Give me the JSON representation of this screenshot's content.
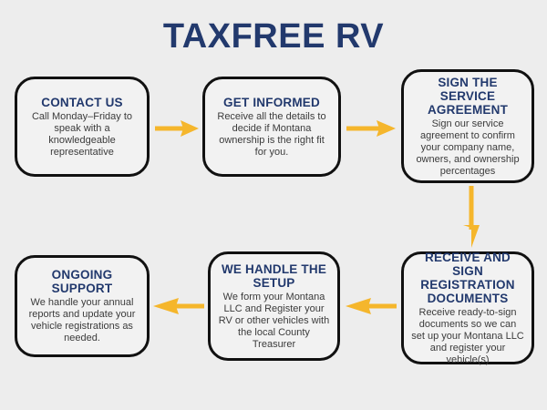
{
  "page": {
    "title": "TAXFREE RV",
    "background_color": "#ededed",
    "accent_color": "#22396d",
    "arrow_color": "#f5b62c",
    "box_border_color": "#111111",
    "box_fill_color": "#f2f2f2",
    "body_text_color": "#3b3b3b"
  },
  "steps": [
    {
      "id": "contact-us",
      "heading": "CONTACT US",
      "body": "Call Monday–Friday to speak with a knowledgeable representative"
    },
    {
      "id": "get-informed",
      "heading": "GET INFORMED",
      "body": "Receive all the details to decide if Montana ownership is the right fit for you."
    },
    {
      "id": "sign-the-service-agreement",
      "heading": "SIGN THE SERVICE AGREEMENT",
      "body": "Sign our service agreement to confirm your company name, owners, and ownership percentages"
    },
    {
      "id": "receive-and-sign-registration-documents",
      "heading": "RECEIVE AND SIGN REGISTRATION DOCUMENTS",
      "body": "Receive ready-to-sign documents so we can set up your Montana LLC and register your vehicle(s)"
    },
    {
      "id": "we-handle-the-setup",
      "heading": "WE HANDLE THE SETUP",
      "body": "We form your Montana LLC and Register your RV or other vehicles with the local County Treasurer"
    },
    {
      "id": "ongoing-support",
      "heading": "ONGOING SUPPORT",
      "body": "We handle your annual reports and update your vehicle registrations as needed."
    }
  ],
  "connectors": [
    {
      "id": "contact-to-informed",
      "direction": "right"
    },
    {
      "id": "informed-to-sign",
      "direction": "right"
    },
    {
      "id": "sign-to-receive",
      "direction": "down"
    },
    {
      "id": "receive-to-setup",
      "direction": "left"
    },
    {
      "id": "setup-to-ongoing",
      "direction": "left"
    }
  ]
}
